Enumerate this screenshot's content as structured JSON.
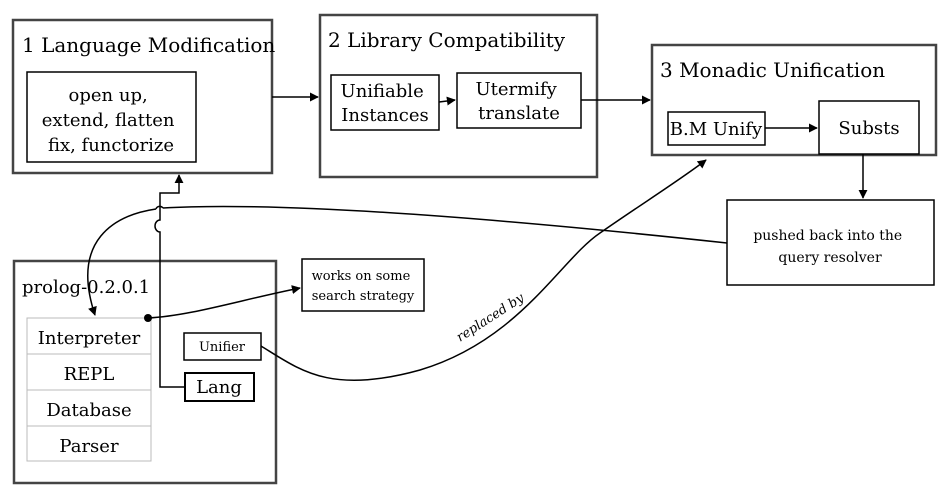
{
  "stages": {
    "lang_mod": {
      "title": "1 Language Modification",
      "ops": [
        "open up,",
        "extend, flatten",
        "fix, functorize"
      ]
    },
    "lib_compat": {
      "title": "2 Library Compatibility",
      "unifiable": [
        "Unifiable",
        "Instances"
      ],
      "utermify": [
        "Utermify",
        "translate"
      ]
    },
    "monadic": {
      "title": "3 Monadic Unification",
      "bm_unify": "B.M Unify",
      "substs": "Substs"
    }
  },
  "pushed_back": [
    "pushed back into the",
    "query resolver"
  ],
  "prolog": {
    "title": "prolog-0.2.0.1",
    "modules": [
      "Interpreter",
      "REPL",
      "Database",
      "Parser"
    ],
    "unifier": "Unifier",
    "lang": "Lang"
  },
  "search_note": [
    "works on some",
    "search strategy"
  ],
  "replaced_by": "replaced by",
  "colors": {
    "stroke": "#444444",
    "line": "#000000",
    "module_border": "#bbbbbb"
  }
}
